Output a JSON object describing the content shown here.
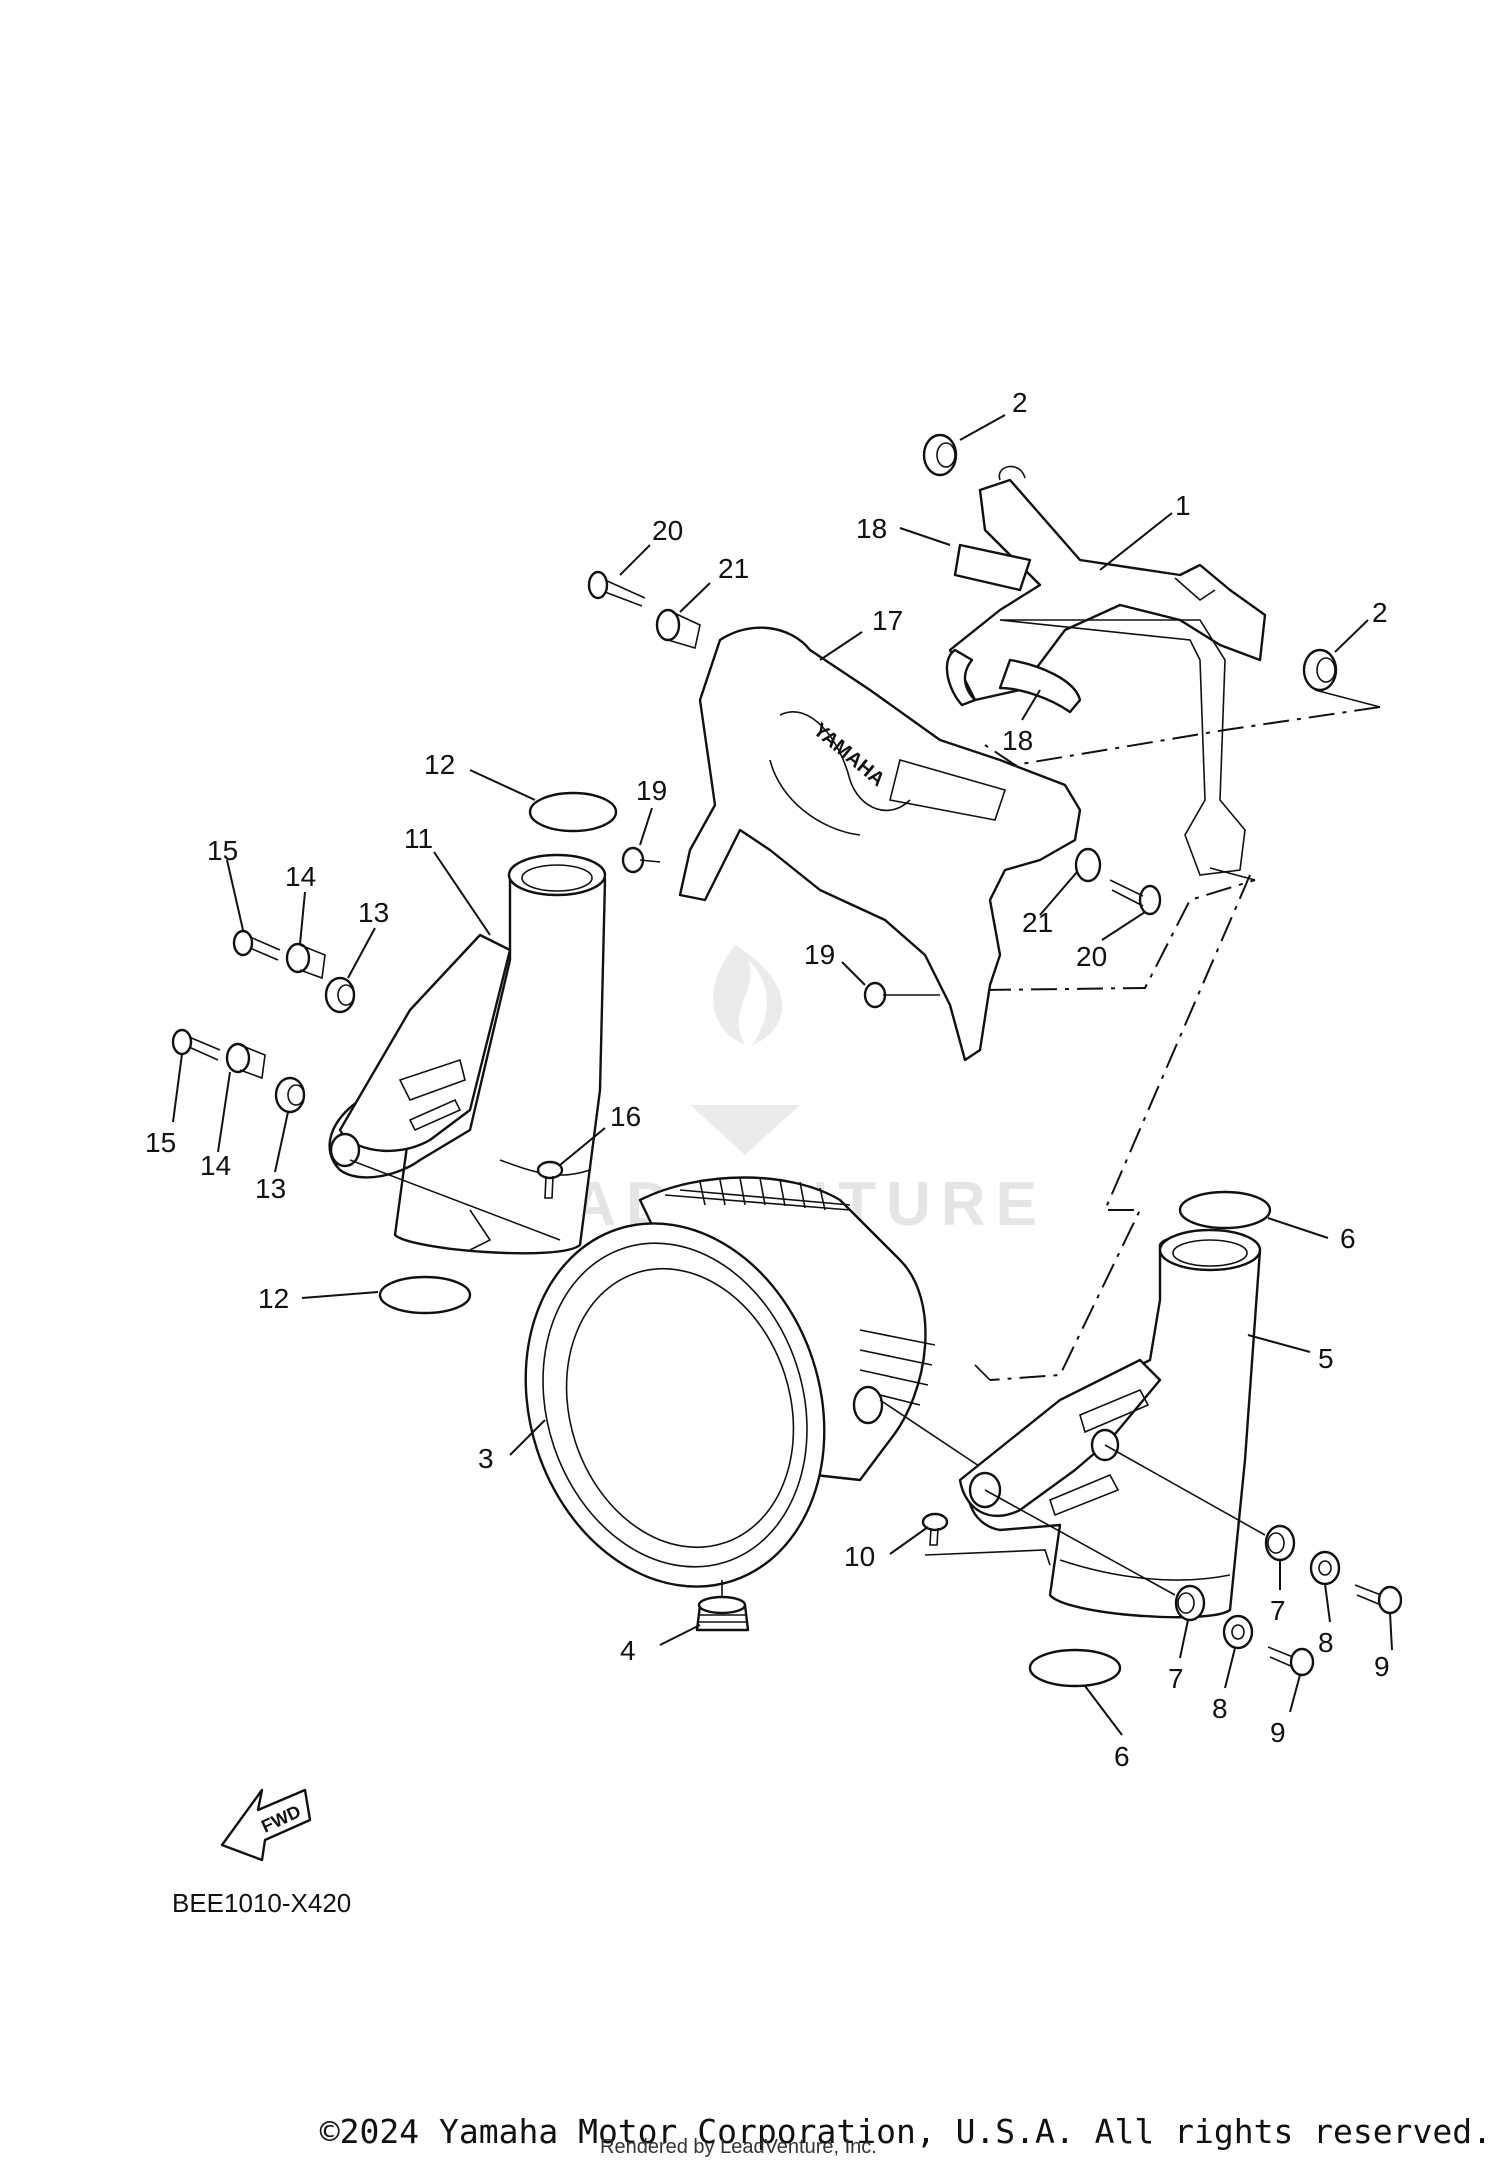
{
  "diagram": {
    "drawing_code": "BEE1010-X420",
    "fwd_label": "FWD",
    "brand_text": "YAMAHA",
    "watermark_text": "LEADVENTURE",
    "copyright": "©2024 Yamaha Motor Corporation, U.S.A. All rights reserved.",
    "rendered_by": "Rendered by LeadVenture, Inc.",
    "callouts": [
      {
        "id": "c2a",
        "number": "2"
      },
      {
        "id": "c1",
        "number": "1"
      },
      {
        "id": "c18a",
        "number": "18"
      },
      {
        "id": "c20a",
        "number": "20"
      },
      {
        "id": "c21a",
        "number": "21"
      },
      {
        "id": "c2b",
        "number": "2"
      },
      {
        "id": "c17",
        "number": "17"
      },
      {
        "id": "c18b",
        "number": "18"
      },
      {
        "id": "c12a",
        "number": "12"
      },
      {
        "id": "c19a",
        "number": "19"
      },
      {
        "id": "c11",
        "number": "11"
      },
      {
        "id": "c15a",
        "number": "15"
      },
      {
        "id": "c14a",
        "number": "14"
      },
      {
        "id": "c13a",
        "number": "13"
      },
      {
        "id": "c21b",
        "number": "21"
      },
      {
        "id": "c20b",
        "number": "20"
      },
      {
        "id": "c19b",
        "number": "19"
      },
      {
        "id": "c15b",
        "number": "15"
      },
      {
        "id": "c14b",
        "number": "14"
      },
      {
        "id": "c13b",
        "number": "13"
      },
      {
        "id": "c16",
        "number": "16"
      },
      {
        "id": "c6a",
        "number": "6"
      },
      {
        "id": "c12b",
        "number": "12"
      },
      {
        "id": "c5",
        "number": "5"
      },
      {
        "id": "c3",
        "number": "3"
      },
      {
        "id": "c10",
        "number": "10"
      },
      {
        "id": "c7a",
        "number": "7"
      },
      {
        "id": "c8a",
        "number": "8"
      },
      {
        "id": "c9a",
        "number": "9"
      },
      {
        "id": "c4",
        "number": "4"
      },
      {
        "id": "c7b",
        "number": "7"
      },
      {
        "id": "c8b",
        "number": "8"
      },
      {
        "id": "c9b",
        "number": "9"
      },
      {
        "id": "c6b",
        "number": "6"
      }
    ]
  }
}
